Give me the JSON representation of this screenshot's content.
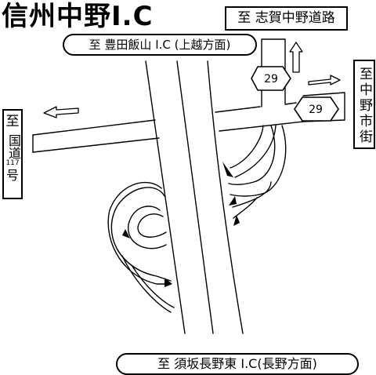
{
  "title": "信州中野I.C",
  "signs": {
    "north": "至 志賀中野道路",
    "northwest": "至 豊田飯山 I.C (上越方面)",
    "south": "至  須坂長野東  I.C(長野方面)",
    "west_to": "至",
    "west_dest": "国道",
    "west_num": "117",
    "west_suffix": "号",
    "east": "至中野市街"
  },
  "route_shields": [
    "29",
    "29"
  ],
  "colors": {
    "line": "#000000",
    "background": "#ffffff"
  }
}
